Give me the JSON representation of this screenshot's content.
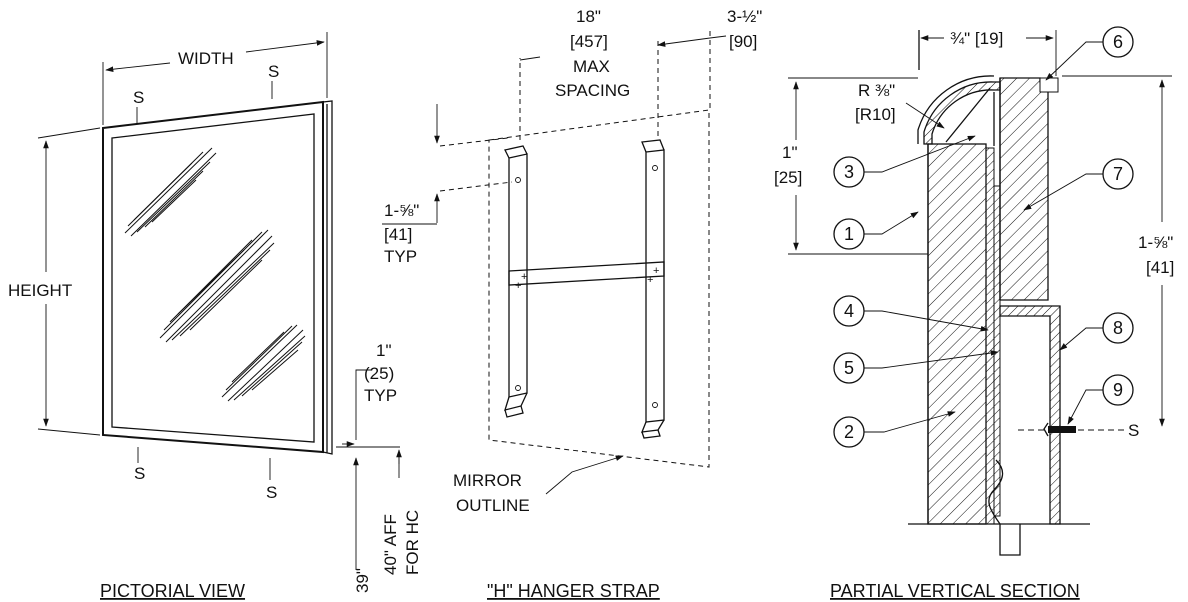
{
  "pictorial": {
    "caption": "PICTORIAL VIEW",
    "width_label": "WIDTH",
    "height_label": "HEIGHT",
    "s_mark": "S",
    "frame_line1": "1\"",
    "frame_line2": "(25)",
    "frame_line3": "TYP",
    "aff_line1": "40\" AFF",
    "aff_line2": "FOR HC",
    "aff_std": "39\""
  },
  "hanger": {
    "caption": "\"H\"  HANGER STRAP",
    "spacing_line1": "18\"",
    "spacing_line2": "[457]",
    "spacing_line3": "MAX",
    "spacing_line4": "SPACING",
    "offset_line1": "3-½\"",
    "offset_line2": "[90]",
    "hole_line1": "1-⅝\"",
    "hole_line2": "[41]",
    "hole_line3": "TYP",
    "outline_line1": "MIRROR",
    "outline_line2": "OUTLINE"
  },
  "section": {
    "caption": "PARTIAL VERTICAL SECTION",
    "top_dim": "¾\" [19]",
    "radius_line1": "R ⅜\"",
    "radius_line2": "[R10]",
    "left_dim_line1": "1\"",
    "left_dim_line2": "[25]",
    "right_dim_line1": "1-⅝\"",
    "right_dim_line2": "[41]",
    "s_mark": "S",
    "callouts": [
      "1",
      "2",
      "3",
      "4",
      "5",
      "6",
      "7",
      "8",
      "9"
    ]
  }
}
